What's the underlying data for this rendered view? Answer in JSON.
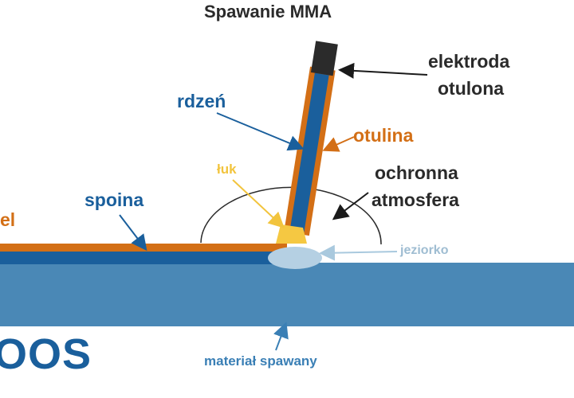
{
  "title": "Spawanie MMA",
  "labels": {
    "elektroda_line1": "elektroda",
    "elektroda_line2": "otulona",
    "rdzen": "rdzeń",
    "otulina": "otulina",
    "ochronna_line1": "ochronna",
    "ochronna_line2": "atmosfera",
    "luk": "łuk",
    "spoina": "spoina",
    "el_fragment": "el",
    "jeziorko": "jeziorko",
    "material": "materiał spawany"
  },
  "logo_text": "OOS",
  "colors": {
    "electrode_core": "#1a5f9c",
    "coating": "#d36f16",
    "electrode_tip": "#2b2b2b",
    "arc": "#f2c43d",
    "weld_pool": "#a9c9de",
    "base_material": "#4a88b6",
    "weld_bead": "#1a5f9c"
  }
}
